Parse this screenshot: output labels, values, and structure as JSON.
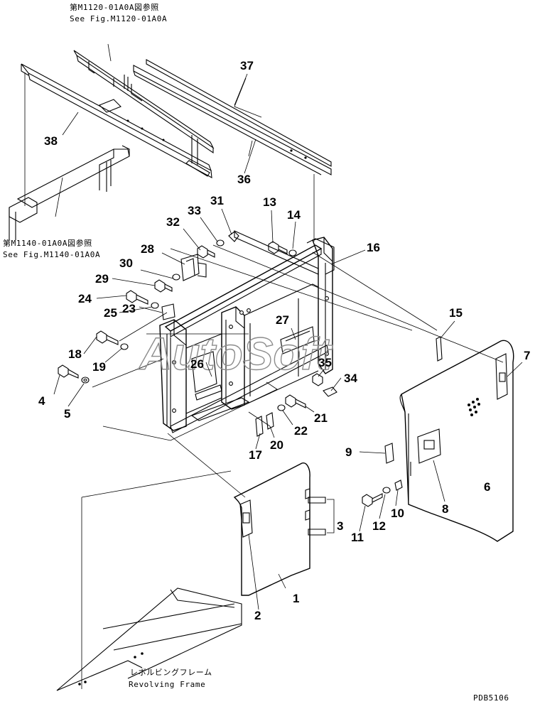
{
  "references": {
    "top_jp": "第M1120-01A0A図参照",
    "top_en": "See Fig.M1120-01A0A",
    "left_jp": "第M1140-01A0A図参照",
    "left_en": "See Fig.M1140-01A0A",
    "frame_jp": "レボルビングフレーム",
    "frame_en": "Revolving Frame"
  },
  "watermark": "AutoSoft",
  "diagram_code": "PDB5106",
  "part_numbers": [
    "1",
    "2",
    "3",
    "4",
    "5",
    "6",
    "7",
    "8",
    "9",
    "10",
    "11",
    "12",
    "13",
    "14",
    "15",
    "16",
    "17",
    "18",
    "19",
    "20",
    "21",
    "22",
    "23",
    "24",
    "25",
    "26",
    "27",
    "28",
    "29",
    "30",
    "31",
    "32",
    "33",
    "34",
    "35",
    "36",
    "37",
    "38"
  ]
}
